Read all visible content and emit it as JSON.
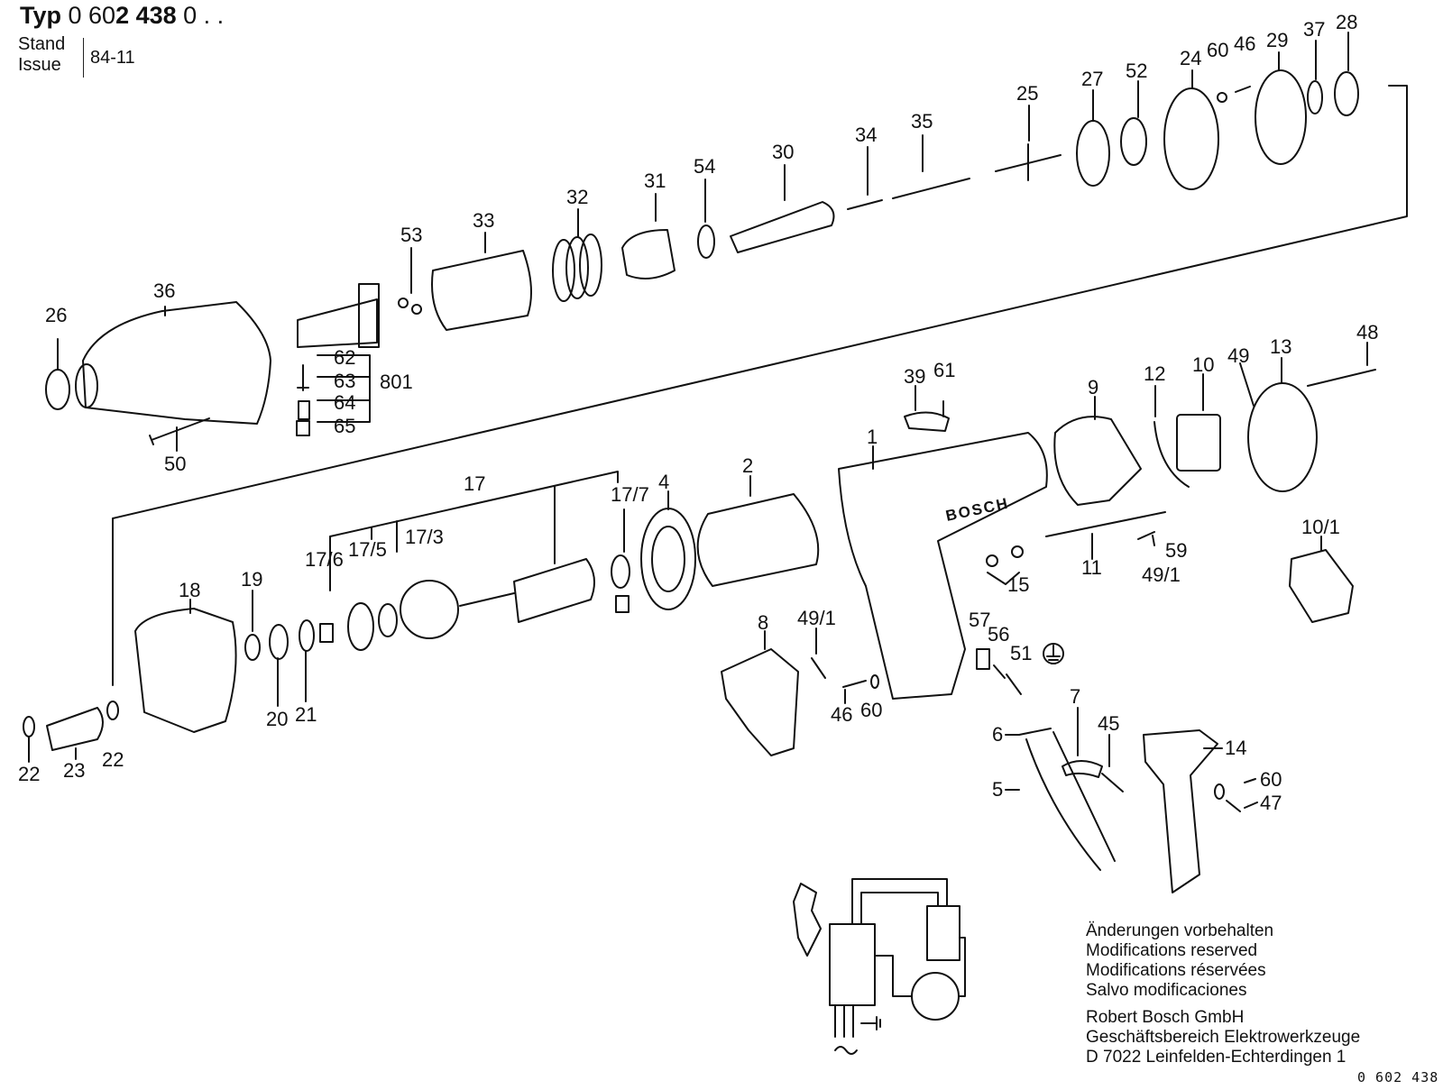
{
  "header": {
    "typ_label": "Typ",
    "typ_prefix": "0 60",
    "typ_bold": "2 438",
    "typ_suffix": " 0 . .",
    "stand_label": "Stand",
    "issue_label": "Issue",
    "stand_date": "84-11"
  },
  "notes": {
    "de": "Änderungen vorbehalten",
    "en": "Modifications reserved",
    "fr": "Modifications réservées",
    "es": "Salvo modificaciones",
    "company1": "Robert Bosch GmbH",
    "company2": "Geschäftsbereich Elektrowerkzeuge",
    "company3": "D 7022 Leinfelden-Echterdingen 1"
  },
  "footer_code": "0 602 438",
  "brand_logo": "BOSCH",
  "parts": {
    "p1": "1",
    "p2": "2",
    "p4": "4",
    "p5": "5",
    "p6": "6",
    "p7": "7",
    "p8": "8",
    "p9": "9",
    "p10": "10",
    "p10_1": "10/1",
    "p11": "11",
    "p12": "12",
    "p13": "13",
    "p14": "14",
    "p15": "15",
    "p17": "17",
    "p17_3": "17/3",
    "p17_5": "17/5",
    "p17_6": "17/6",
    "p17_7": "17/7",
    "p18": "18",
    "p19": "19",
    "p20": "20",
    "p21": "21",
    "p22a": "22",
    "p22b": "22",
    "p23": "23",
    "p24": "24",
    "p25": "25",
    "p26": "26",
    "p27": "27",
    "p28": "28",
    "p29": "29",
    "p30": "30",
    "p31": "31",
    "p32": "32",
    "p33": "33",
    "p34": "34",
    "p35": "35",
    "p36": "36",
    "p37": "37",
    "p39": "39",
    "p45": "45",
    "p46a": "46",
    "p46b": "46",
    "p47": "47",
    "p48": "48",
    "p49": "49",
    "p49_1a": "49/1",
    "p49_1b": "49/1",
    "p50": "50",
    "p51": "51",
    "p52": "52",
    "p53": "53",
    "p54": "54",
    "p56": "56",
    "p57": "57",
    "p59": "59",
    "p60a": "60",
    "p60b": "60",
    "p60c": "60",
    "p61": "61",
    "p62": "62",
    "p63": "63",
    "p64": "64",
    "p65": "65",
    "p801": "801"
  },
  "colors": {
    "ink": "#111111",
    "paper": "#ffffff"
  },
  "icons": [
    "ground-symbol-icon",
    "ac-symbol-icon"
  ]
}
